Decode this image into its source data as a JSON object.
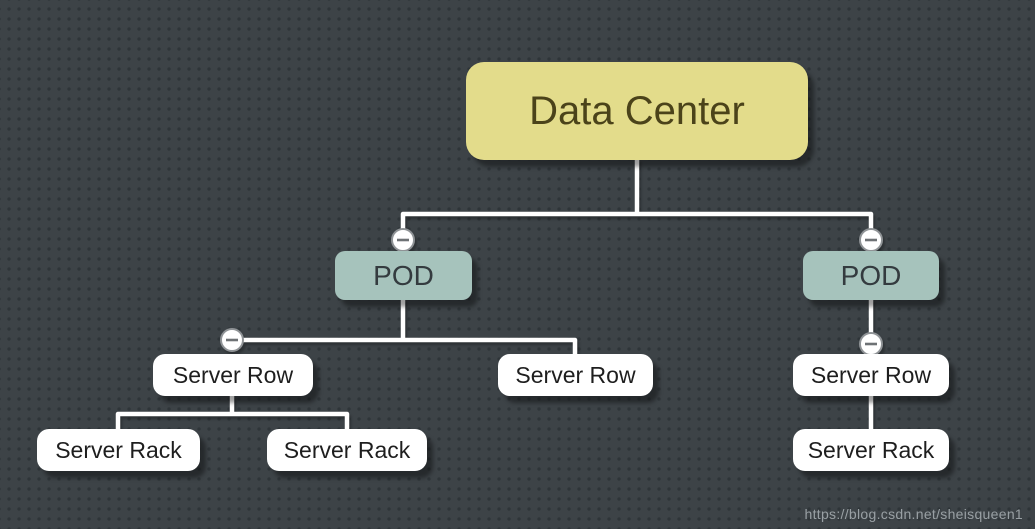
{
  "canvas": {
    "background_color": "#3d4347",
    "dot_color": "#2f3539"
  },
  "tree": {
    "root": {
      "label": "Data Center",
      "fill": "#e3dc8b",
      "text_color": "#4b431a"
    },
    "pods": [
      {
        "label": "POD"
      },
      {
        "label": "POD"
      }
    ],
    "pod_fill": "#a6c3bc",
    "rows": [
      {
        "label": "Server Row"
      },
      {
        "label": "Server Row"
      },
      {
        "label": "Server Row"
      }
    ],
    "racks": [
      {
        "label": "Server Rack"
      },
      {
        "label": "Server Rack"
      },
      {
        "label": "Server Rack"
      }
    ],
    "leaf_fill": "#ffffff",
    "connector_color": "#ffffff",
    "collapse_icon_glyph": "−"
  },
  "watermark": {
    "text": "https://blog.csdn.net/sheisqueen1",
    "color": "#99a0a4"
  }
}
